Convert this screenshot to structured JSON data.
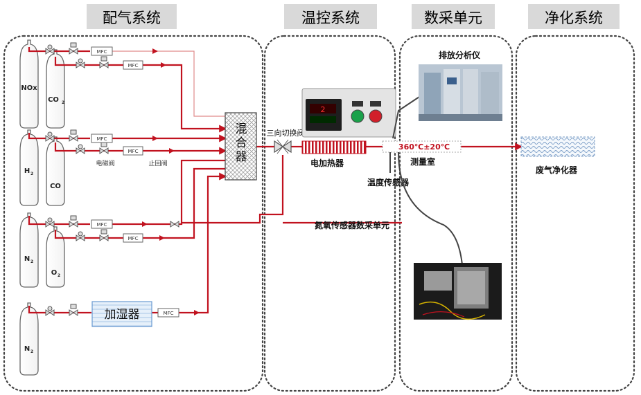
{
  "sections": {
    "gas_supply": "配气系统",
    "temp_control": "温控系统",
    "data_acq": "数采单元",
    "purify": "净化系统"
  },
  "cylinders": {
    "nox": "NOx",
    "co2": "CO",
    "co2_sub": "2",
    "h2": "H",
    "h2_sub": "2",
    "co": "CO",
    "n2_a": "N",
    "n2_a_sub": "2",
    "o2": "O",
    "o2_sub": "2",
    "n2_b": "N",
    "n2_b_sub": "2"
  },
  "mfc_label": "MFC",
  "labels": {
    "solenoid_valve": "电磁阀",
    "check_valve": "止回阀",
    "mixer": "混合器",
    "humidifier": "加湿器",
    "three_way_valve": "三向切换阀",
    "heater": "电加热器",
    "temp_range": "360℃±20℃",
    "measure_room": "测量室",
    "temp_sensor": "温度传感器",
    "nox_o2_sensor": "氮氧传感器数采单元",
    "emission_analyzer": "排放分析仪",
    "exhaust_purifier": "废气净化器"
  },
  "controller_display": "2",
  "colors": {
    "pipe": "#c1121f",
    "pipe_thin": "#e08a8a",
    "box_border": "#555555",
    "header_bg": "#d9d9d9",
    "temp_text": "#c1121f"
  }
}
